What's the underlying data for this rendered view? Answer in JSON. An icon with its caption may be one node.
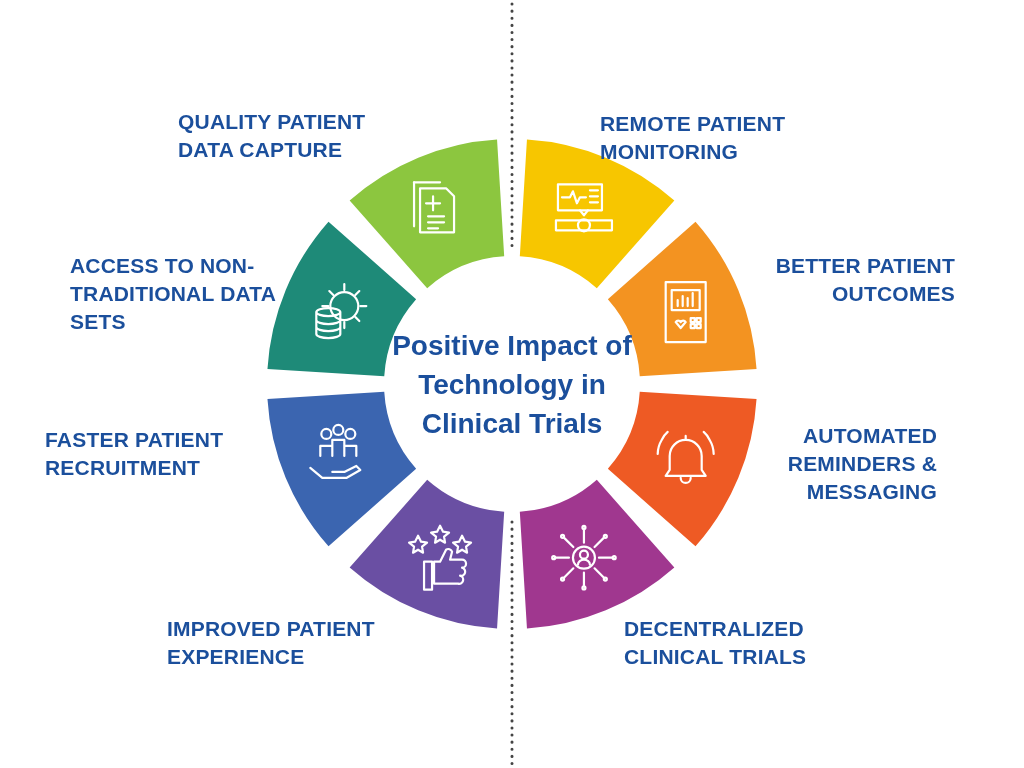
{
  "diagram": {
    "nodes": [
      {
        "text": [],
        "shape": "wedge",
        "beside": [
          "QUALITY PATIENT DATA CAPTURE"
        ]
      },
      {
        "text": [],
        "shape": "wedge",
        "beside": [
          "REMOTE PATIENT MONITORING"
        ]
      },
      {
        "text": [],
        "shape": "wedge",
        "beside": [
          "ACCESS TO NON-TRADITIONAL DATA SETS"
        ]
      },
      {
        "text": [],
        "shape": "wedge",
        "beside": [
          "BETTER PATIENT OUTCOMES"
        ]
      },
      {
        "text": [
          "Positive Impact of Technology in Clinical Trials"
        ]
      },
      {
        "text": [],
        "shape": "wedge",
        "beside": [
          "FASTER PATIENT RECRUITMENT"
        ]
      },
      {
        "text": [],
        "shape": "wedge",
        "beside": [
          "AUTOMATED REMINDERS & MESSAGING"
        ]
      },
      {
        "text": [],
        "shape": "wedge",
        "beside": [
          "IMPROVED PATIENT EXPERIENCE"
        ]
      },
      {
        "text": [],
        "shape": "wedge",
        "beside": [
          "DECENTRALIZED CLINICAL TRIALS"
        ]
      }
    ],
    "edges": []
  }
}
